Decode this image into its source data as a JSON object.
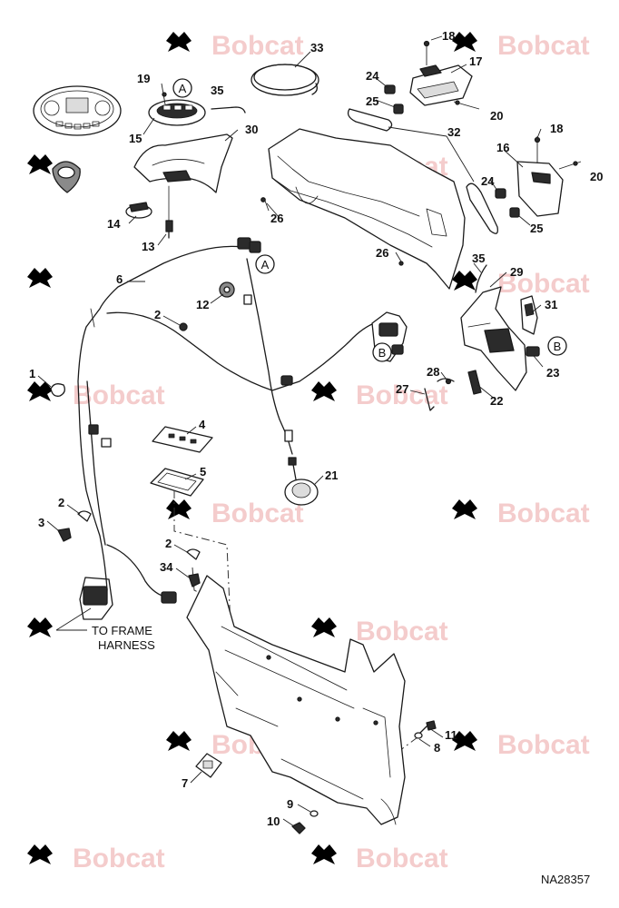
{
  "watermark": {
    "brand": "Bobcat"
  },
  "diagram_code": "NA28357",
  "note": {
    "line1": "TO FRAME",
    "line2": "HARNESS"
  },
  "connectors": {
    "a": "A",
    "b": "B"
  },
  "callouts": {
    "c1": "1",
    "c2a": "2",
    "c2b": "2",
    "c2c": "2",
    "c3": "3",
    "c4": "4",
    "c5": "5",
    "c6": "6",
    "c7": "7",
    "c8": "8",
    "c9": "9",
    "c10": "10",
    "c11": "11",
    "c12": "12",
    "c13": "13",
    "c14": "14",
    "c15": "15",
    "c16": "16",
    "c17": "17",
    "c18a": "18",
    "c18b": "18",
    "c19": "19",
    "c20a": "20",
    "c20b": "20",
    "c21": "21",
    "c22": "22",
    "c23": "23",
    "c24a": "24",
    "c24b": "24",
    "c25a": "25",
    "c25b": "25",
    "c26a": "26",
    "c26b": "26",
    "c27": "27",
    "c28": "28",
    "c29": "29",
    "c30": "30",
    "c31": "31",
    "c32": "32",
    "c33": "33",
    "c34": "34",
    "c35a": "35",
    "c35b": "35"
  }
}
